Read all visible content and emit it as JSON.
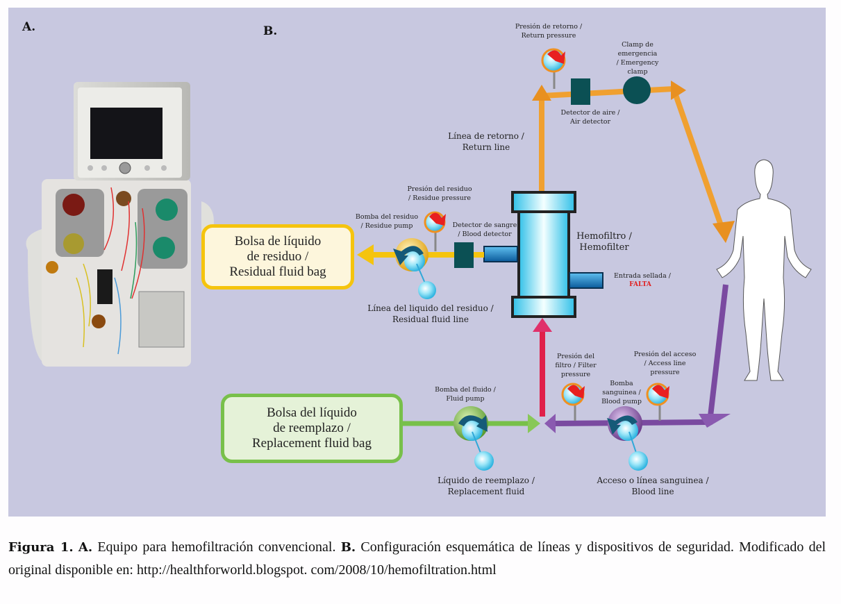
{
  "panels": {
    "a_label": "A.",
    "b_label": "B."
  },
  "colors": {
    "background": "#c8c8e0",
    "return_line": "#f0a030",
    "residual_line": "#f5c40e",
    "replacement_line": "#78c04a",
    "blood_line": "#7a4aa0",
    "filter_inlet": "#e0204a",
    "hemofilter": "#40c8e8",
    "detector": "#0b5054",
    "warning": "#e02020"
  },
  "components": {
    "return_pressure": "Presión de retorno /\nReturn pressure",
    "emergency_clamp": "Clamp de\nemergencia\n/ Emergency\nclamp",
    "air_detector": "Detector de aire /\nAir detector",
    "return_line": "Línea de retorno /\nReturn line",
    "residue_pressure": "Presión del residuo\n/ Residue pressure",
    "residue_pump": "Bomba del residuo\n/ Residue pump",
    "blood_detector": "Detector de sangre\n/ Blood detector",
    "hemofilter": "Hemofiltro /\nHemofilter",
    "sealed_inlet": "Entrada sellada /",
    "sealed_inlet_status": "FALTA",
    "residual_fluid_line": "Línea del liquido del residuo /\nResidual fluid line",
    "residual_bag": "Bolsa de líquido\nde residuo /\nResidual fluid bag",
    "replacement_bag": "Bolsa del líquido\nde reemplazo /\nReplacement fluid bag",
    "fluid_pump": "Bomba del fluido /\nFluid pump",
    "replacement_fluid": "Líquido de reemplazo /\nReplacement fluid",
    "filter_pressure": "Presión del\nfiltro / Filter\npressure",
    "blood_pump": "Bomba\nsanguinea /\nBlood pump",
    "access_pressure": "Presión del acceso\n/ Access line\npressure",
    "blood_line": "Acceso o línea sanguinea /\nBlood line"
  },
  "caption": {
    "figure_label": "Figura 1.",
    "a_label": "A.",
    "a_text": " Equipo para hemofiltración convencional. ",
    "b_label": "B.",
    "b_text": " Configuración esquemática de líneas y dispositivos de seguridad. Modificado del original disponible en: http://healthforworld.blogspot. com/2008/10/hemofiltration.html"
  }
}
